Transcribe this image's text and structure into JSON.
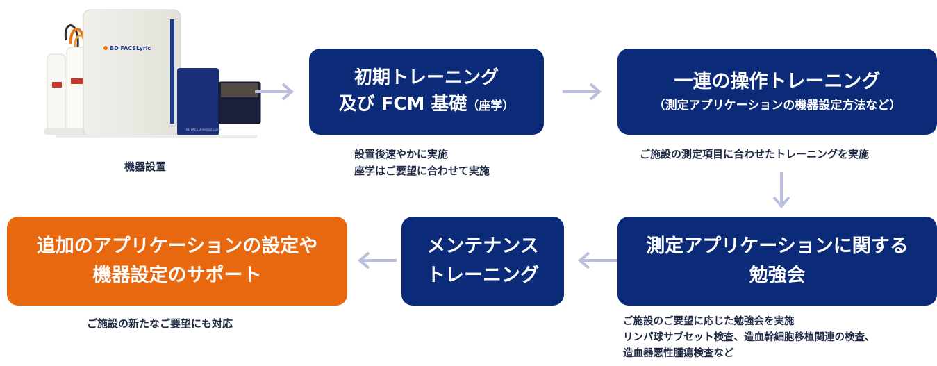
{
  "device": {
    "brand_label": "BD FACSLyric",
    "loader_label": "BD FACS Universal Loader",
    "caption": "機器設置"
  },
  "step1": {
    "line1": "初期トレーニング",
    "line2_main": "及び FCM 基礎",
    "line2_small": "（座学）",
    "note_lines": [
      "設置後速やかに実施",
      "座学はご要望に合わせて実施"
    ]
  },
  "step2": {
    "line1": "一連の操作トレーニング",
    "line2": "（測定アプリケーションの機器設定方法など）",
    "note_lines": [
      "ご施設の測定項目に合わせたトレーニングを実施"
    ]
  },
  "step3": {
    "line1": "測定アプリケーションに関する",
    "line2": "勉強会",
    "note_lines": [
      "ご施設のご要望に応じた勉強会を実施",
      "リンパ球サブセット検査、造血幹細胞移植関連の検査、",
      "造血器悪性腫瘍検査など"
    ]
  },
  "step4": {
    "line1": "メンテナンス",
    "line2": "トレーニング"
  },
  "step5": {
    "line1": "追加のアプリケーションの設定や",
    "line2": "機器設定のサポート",
    "note_lines": [
      "ご施設の新たなご要望にも対応"
    ]
  },
  "colors": {
    "navy": "#0b2a78",
    "orange": "#e8680f",
    "arrow": "#b9bfdc"
  }
}
